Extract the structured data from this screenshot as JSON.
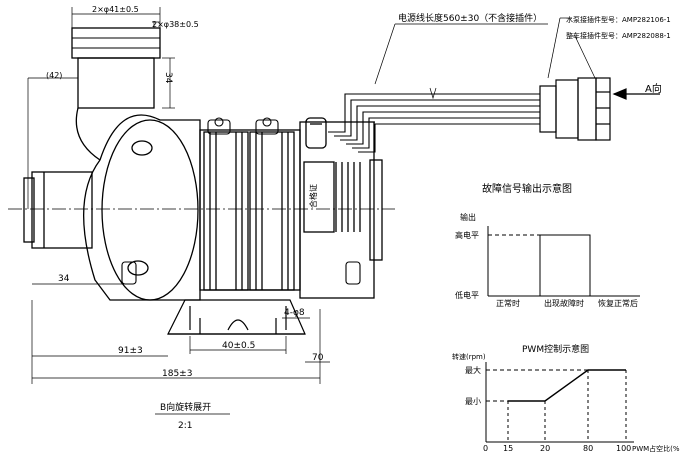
{
  "dims": {
    "inlet_dia": "2×φ41±0.5",
    "outlet_dia": "2×φ38±0.5",
    "outlet_height": "34",
    "inlet_offset": "(42)",
    "inlet_length": "34",
    "center_to_mount": "91±3",
    "mount_spacing": "40±0.5",
    "mount_hole": "4-φ8",
    "height_70": "70",
    "overall_length": "185±3"
  },
  "cable": {
    "length_note": "电源线长度560±30（不含接插件）",
    "pump_connector": "水泵接插件型号：AMP282106-1",
    "vehicle_connector": "整车接插件型号：AMP282088-1",
    "view_a": "A向"
  },
  "label": {
    "plate_text": "合格证",
    "view_b_title": "B向旋转展开",
    "view_b_scale": "2:1"
  },
  "fault_chart": {
    "title": "故障信号输出示意图",
    "y_axis_label": "输出",
    "high_level": "高电平",
    "low_level": "低电平",
    "x_labels": [
      "正常时",
      "出现故障时",
      "恢复正常后"
    ]
  },
  "pwm_chart": {
    "title": "PWM控制示意图",
    "y_axis_label": "转速(rpm)",
    "y_max": "最大",
    "y_min": "最小",
    "x_axis_label": "PWM占空比(%)",
    "x_ticks": [
      "0",
      "15",
      "20",
      "80",
      "100"
    ]
  }
}
